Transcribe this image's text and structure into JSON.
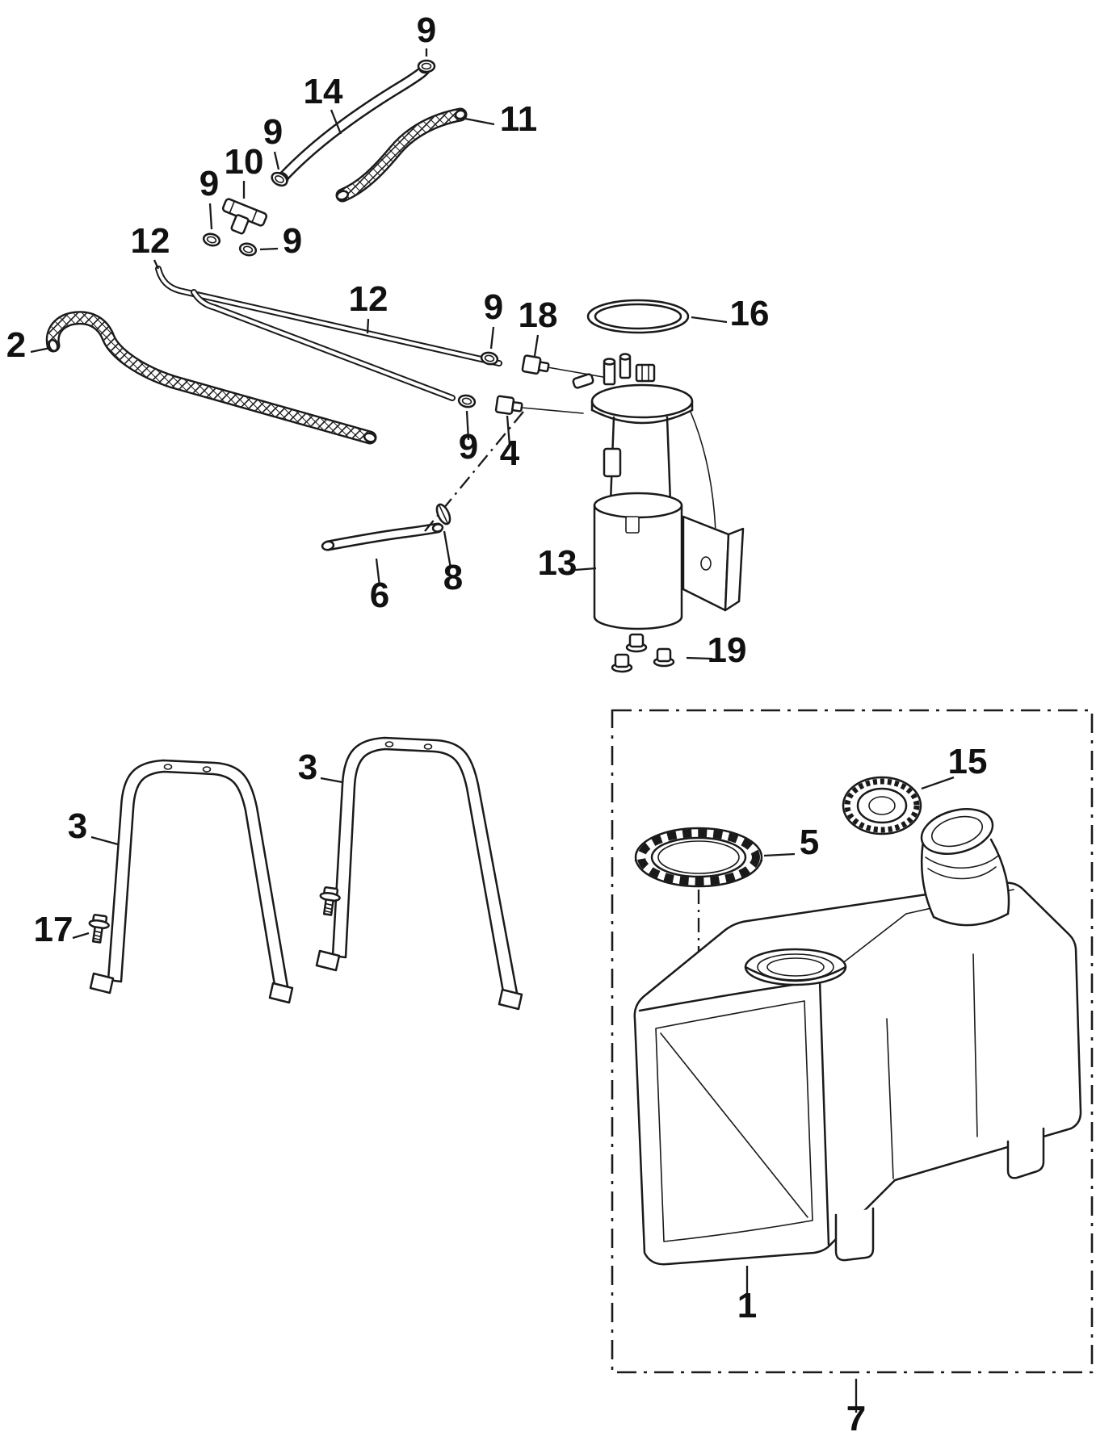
{
  "figure": {
    "kind": "exploded-parts-diagram",
    "subject": "fuel-tank-and-pump-assembly",
    "colors": {
      "background": "#ffffff",
      "line": "#1a1a1a",
      "label": "#111111"
    }
  },
  "callouts": [
    {
      "label": "9"
    },
    {
      "label": "14"
    },
    {
      "label": "11"
    },
    {
      "label": "9"
    },
    {
      "label": "10"
    },
    {
      "label": "9"
    },
    {
      "label": "12"
    },
    {
      "label": "9"
    },
    {
      "label": "2"
    },
    {
      "label": "12"
    },
    {
      "label": "9"
    },
    {
      "label": "18"
    },
    {
      "label": "16"
    },
    {
      "label": "9"
    },
    {
      "label": "4"
    },
    {
      "label": "13"
    },
    {
      "label": "6"
    },
    {
      "label": "8"
    },
    {
      "label": "19"
    },
    {
      "label": "3"
    },
    {
      "label": "3"
    },
    {
      "label": "17"
    },
    {
      "label": "15"
    },
    {
      "label": "5"
    },
    {
      "label": "1"
    },
    {
      "label": "7"
    }
  ]
}
